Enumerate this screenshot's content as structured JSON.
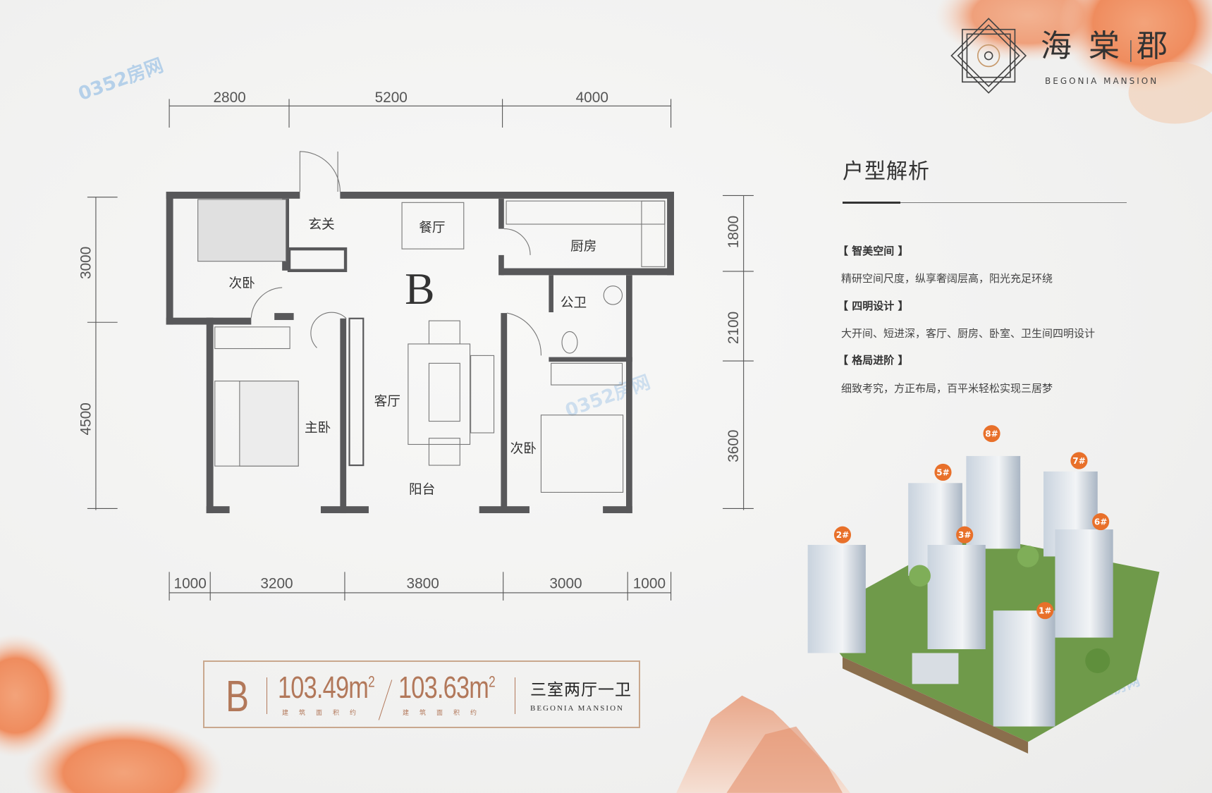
{
  "brand": {
    "name_cn": "海棠郡",
    "name_cn_parts": [
      "海棠",
      "郡"
    ],
    "name_en": "BEGONIA MANSION"
  },
  "watermark": "0352房网",
  "plan": {
    "unit_letter": "B",
    "top_dims": [
      "2800",
      "5200",
      "4000"
    ],
    "bottom_dims": [
      "1000",
      "3200",
      "3800",
      "3000",
      "1000"
    ],
    "left_dims": [
      "3000",
      "4500"
    ],
    "right_dims": [
      "1800",
      "2100",
      "3600"
    ],
    "rooms": {
      "entry": "玄关",
      "dining": "餐厅",
      "kitchen": "厨房",
      "bedroom2": "次卧",
      "bathroom": "公卫",
      "living": "客厅",
      "master": "主卧",
      "bedroom3": "次卧",
      "balcony": "阳台"
    }
  },
  "info": {
    "letter": "B",
    "area1": "103.49m",
    "area2": "103.63m",
    "sup": "2",
    "area_label": "建筑面积约",
    "layout": "三室两厅一卫",
    "en": "BEGONIA MANSION"
  },
  "analysis": {
    "title": "户型解析",
    "sections": [
      {
        "heading": "【 智美空间 】",
        "text": "精研空间尺度，纵享奢阔层高，阳光充足环绕"
      },
      {
        "heading": "【 四明设计 】",
        "text": "大开间、短进深，客厅、厨房、卧室、卫生间四明设计"
      },
      {
        "heading": "【 格局进阶 】",
        "text": "细致考究，方正布局，百平米轻松实现三居梦"
      }
    ]
  },
  "buildings": [
    "1#",
    "2#",
    "3#",
    "5#",
    "6#",
    "7#",
    "8#"
  ],
  "colors": {
    "accent": "#b2785a",
    "wall": "#58585a",
    "marker": "#e8702a"
  }
}
